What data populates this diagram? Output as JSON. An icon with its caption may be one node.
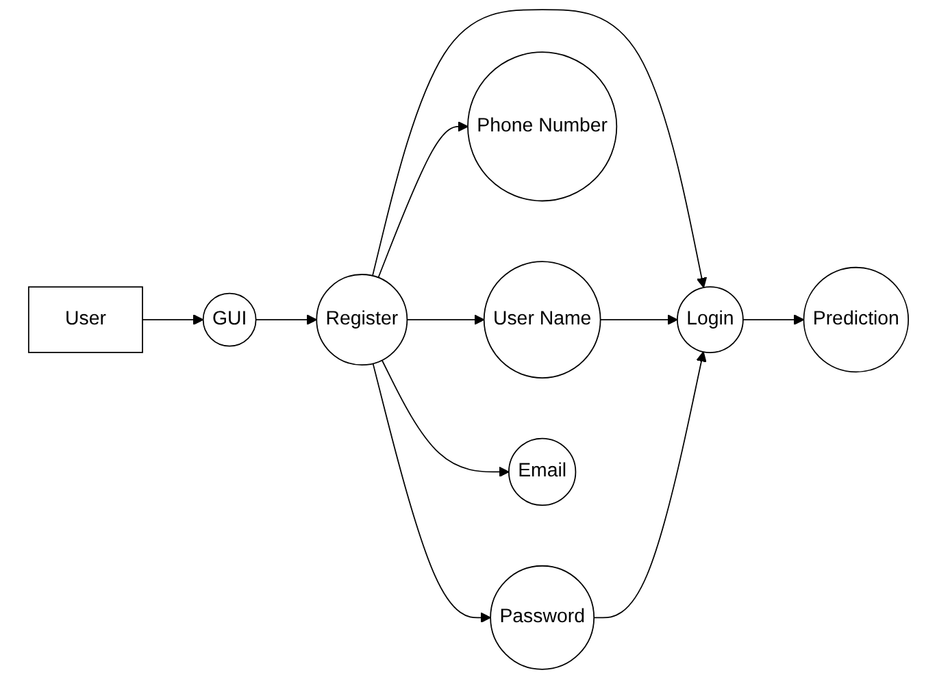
{
  "diagram": {
    "nodes": [
      {
        "text": [
          "User"
        ]
      },
      {
        "text": [
          "GUI"
        ]
      },
      {
        "text": [
          "User Name"
        ]
      },
      {
        "text": [
          "Phone Number"
        ]
      },
      {
        "text": [
          "Register"
        ]
      },
      {
        "text": [
          "Password"
        ]
      },
      {
        "text": [
          "Email"
        ]
      },
      {
        "text": [
          "Login"
        ]
      },
      {
        "text": [
          "Prediction"
        ]
      }
    ],
    "edges": [
      {
        "from": 0,
        "to": 1,
        "arrow": "to"
      },
      {
        "from": 1,
        "to": 4,
        "arrow": "to"
      },
      {
        "from": 4,
        "to": 2,
        "arrow": "to"
      },
      {
        "from": 4,
        "to": 3,
        "arrow": "to"
      },
      {
        "from": 4,
        "to": 5,
        "arrow": "to"
      },
      {
        "from": 4,
        "to": 6,
        "arrow": "to"
      },
      {
        "from": 4,
        "to": 7,
        "arrow": "to"
      },
      {
        "from": 2,
        "to": 7,
        "arrow": "to"
      },
      {
        "from": 5,
        "to": 7,
        "arrow": "to"
      },
      {
        "from": 7,
        "to": 8,
        "arrow": "to"
      }
    ]
  }
}
